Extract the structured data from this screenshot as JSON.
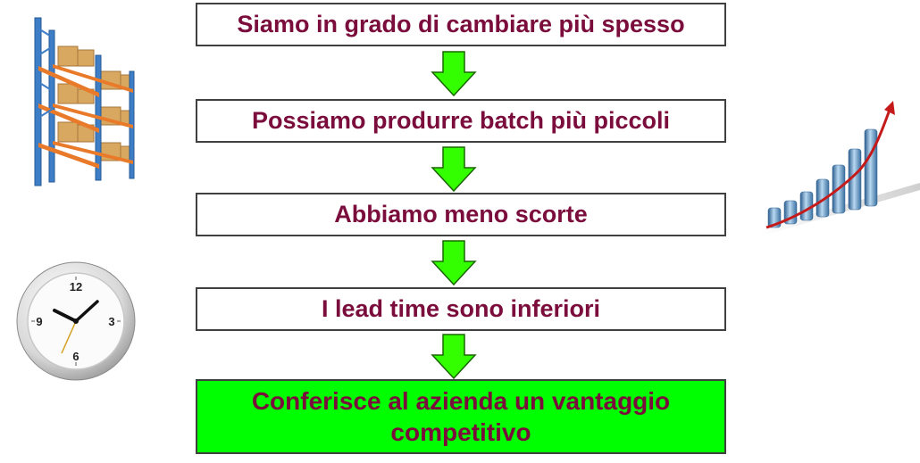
{
  "colors": {
    "text": "#7b0d3c",
    "arrow_fill": "#33ff00",
    "final_box_fill": "#00ff00",
    "box_border": "#404040"
  },
  "flow": {
    "steps": [
      {
        "label": "Siamo in grado di cambiare più spesso"
      },
      {
        "label": "Possiamo produrre batch più piccoli"
      },
      {
        "label": "Abbiamo meno scorte"
      },
      {
        "label": "I lead time sono inferiori"
      },
      {
        "label": "Conferisce al azienda un vantaggio competitivo"
      }
    ]
  },
  "icons": {
    "warehouse": "warehouse-shelves-icon",
    "clock": "clock-icon",
    "growth": "growth-bar-chart-icon",
    "arrow": "down-arrow-icon"
  },
  "clock": {
    "numbers": [
      "12",
      "3",
      "6",
      "9"
    ]
  }
}
